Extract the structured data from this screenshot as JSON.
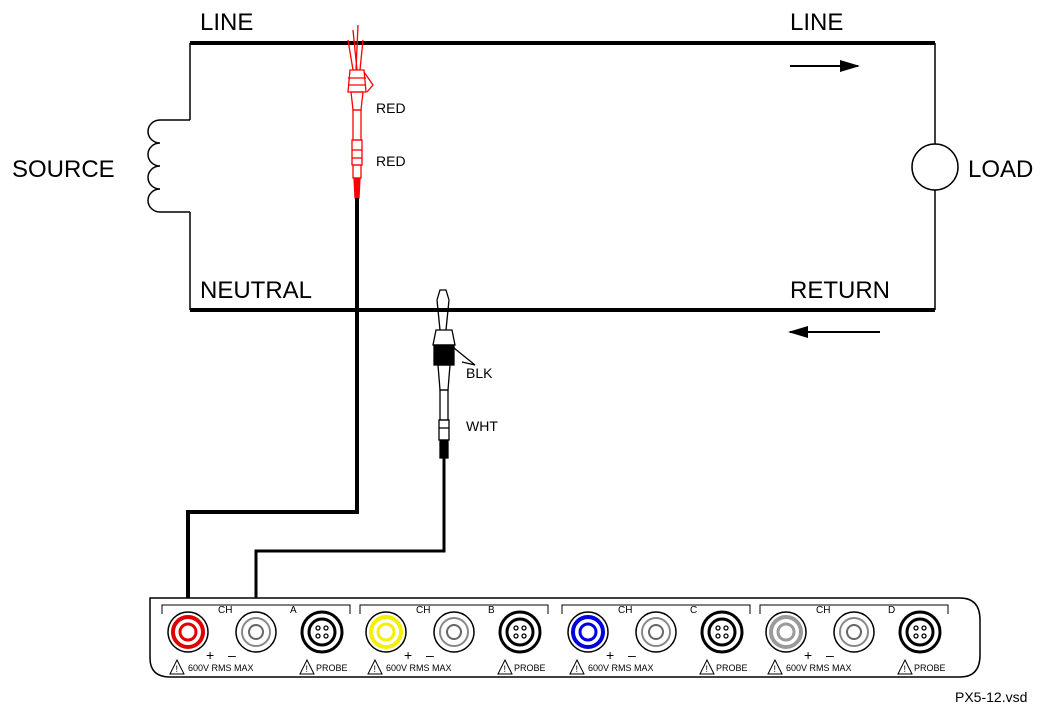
{
  "labels": {
    "line_left": "LINE",
    "line_right": "LINE",
    "neutral": "NEUTRAL",
    "return": "RETURN",
    "source": "SOURCE",
    "load": "LOAD",
    "red_1": "RED",
    "red_2": "RED",
    "blk": "BLK",
    "wht": "WHT",
    "filename": "PX5-12.vsd"
  },
  "panel": {
    "channels": [
      {
        "ch": "CH",
        "id": "A",
        "color": "#e00000"
      },
      {
        "ch": "CH",
        "id": "B",
        "color": "#f5f000"
      },
      {
        "ch": "CH",
        "id": "C",
        "color": "#0000e0"
      },
      {
        "ch": "CH",
        "id": "D",
        "color": "#9a9a9a"
      }
    ],
    "plus": "+",
    "minus": "–",
    "rating": "600V RMS MAX",
    "probe": "PROBE",
    "warning": "!"
  },
  "colors": {
    "red_lead": "#ff0000",
    "wire": "#000000"
  }
}
